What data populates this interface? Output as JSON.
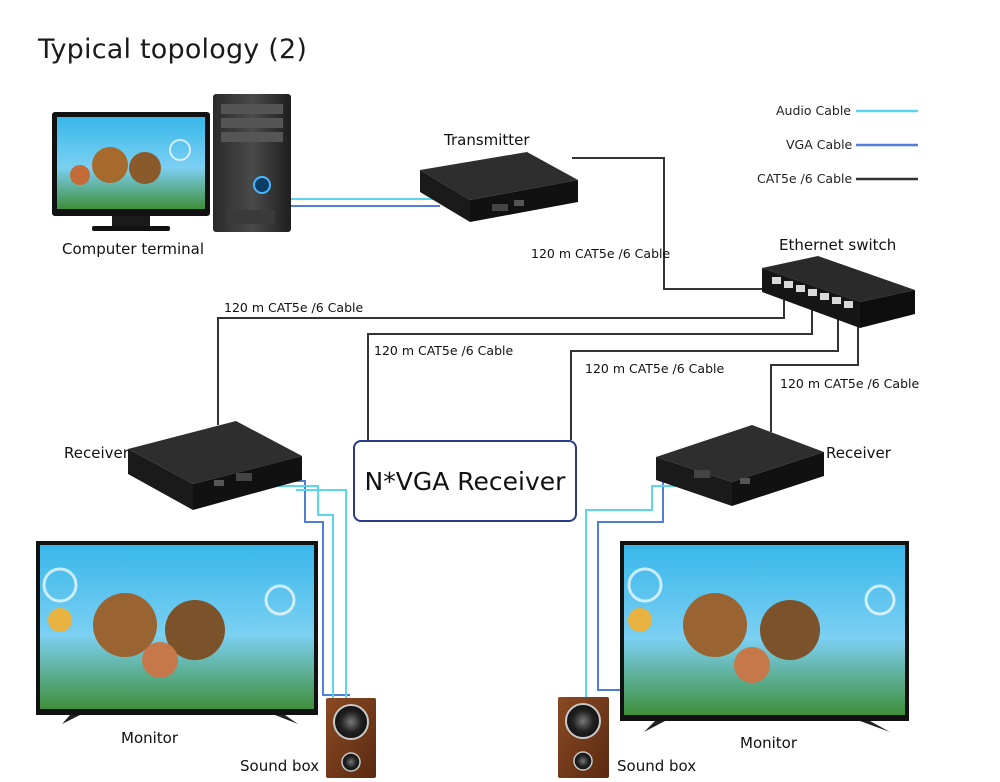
{
  "title": "Typical topology (2)",
  "legend": {
    "audio": {
      "label": "Audio Cable",
      "color": "#5ad6f0"
    },
    "vga": {
      "label": "VGA Cable",
      "color": "#4f7fd6"
    },
    "cat": {
      "label": "CAT5e /6 Cable",
      "color": "#333333"
    }
  },
  "devices": {
    "computer": "Computer terminal",
    "transmitter": "Transmitter",
    "switch": "Ethernet switch",
    "receiver_left": "Receiver",
    "receiver_right": "Receiver",
    "nvga": "N*VGA Receiver",
    "monitor_left": "Monitor",
    "monitor_right": "Monitor",
    "sound_left": "Sound box",
    "sound_right": "Sound box"
  },
  "cables": {
    "tx_switch": "120 m CAT5e /6 Cable",
    "left_receiver": "120 m CAT5e /6 Cable",
    "nvga_left": "120 m CAT5e /6 Cable",
    "nvga_right": "120 m CAT5e /6 Cable",
    "right_receiver": "120 m CAT5e /6 Cable"
  }
}
